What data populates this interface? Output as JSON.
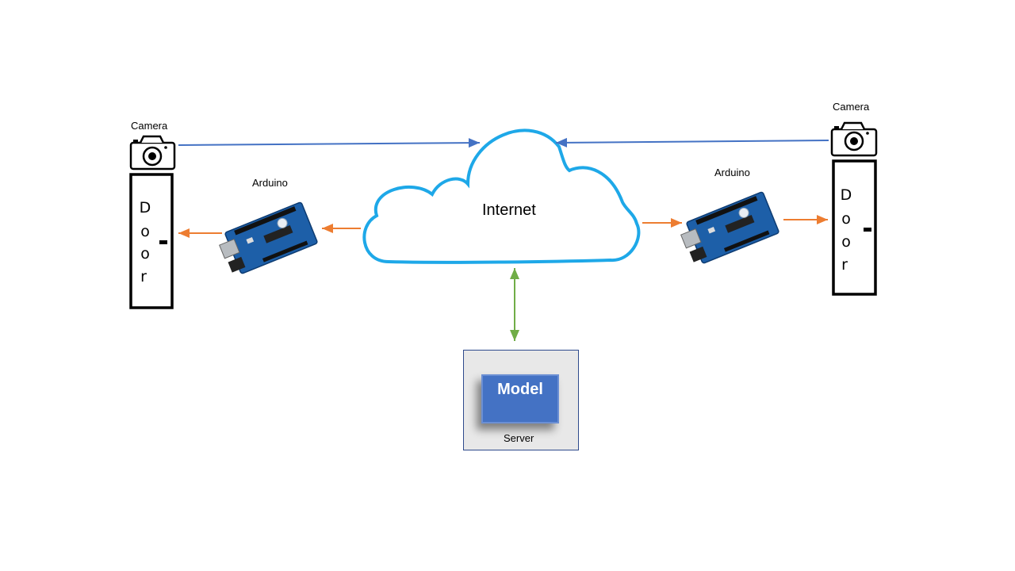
{
  "labels": {
    "camera_left": "Camera",
    "camera_right": "Camera",
    "arduino_left": "Arduino",
    "arduino_right": "Arduino",
    "internet": "Internet",
    "model": "Model",
    "server": "Server",
    "door_letters": [
      "D",
      "o",
      "o",
      "r"
    ]
  },
  "colors": {
    "cloud_stroke": "#1ea8e8",
    "camera_link": "#4472c4",
    "arduino_link": "#ed7d31",
    "server_link": "#70ad47",
    "model_fill": "#4472c4",
    "server_fill": "#e8e8e8",
    "arduino_board": "#1d5fa8"
  },
  "icons": [
    "camera-icon",
    "arduino-board-icon",
    "cloud-icon",
    "door-icon"
  ]
}
